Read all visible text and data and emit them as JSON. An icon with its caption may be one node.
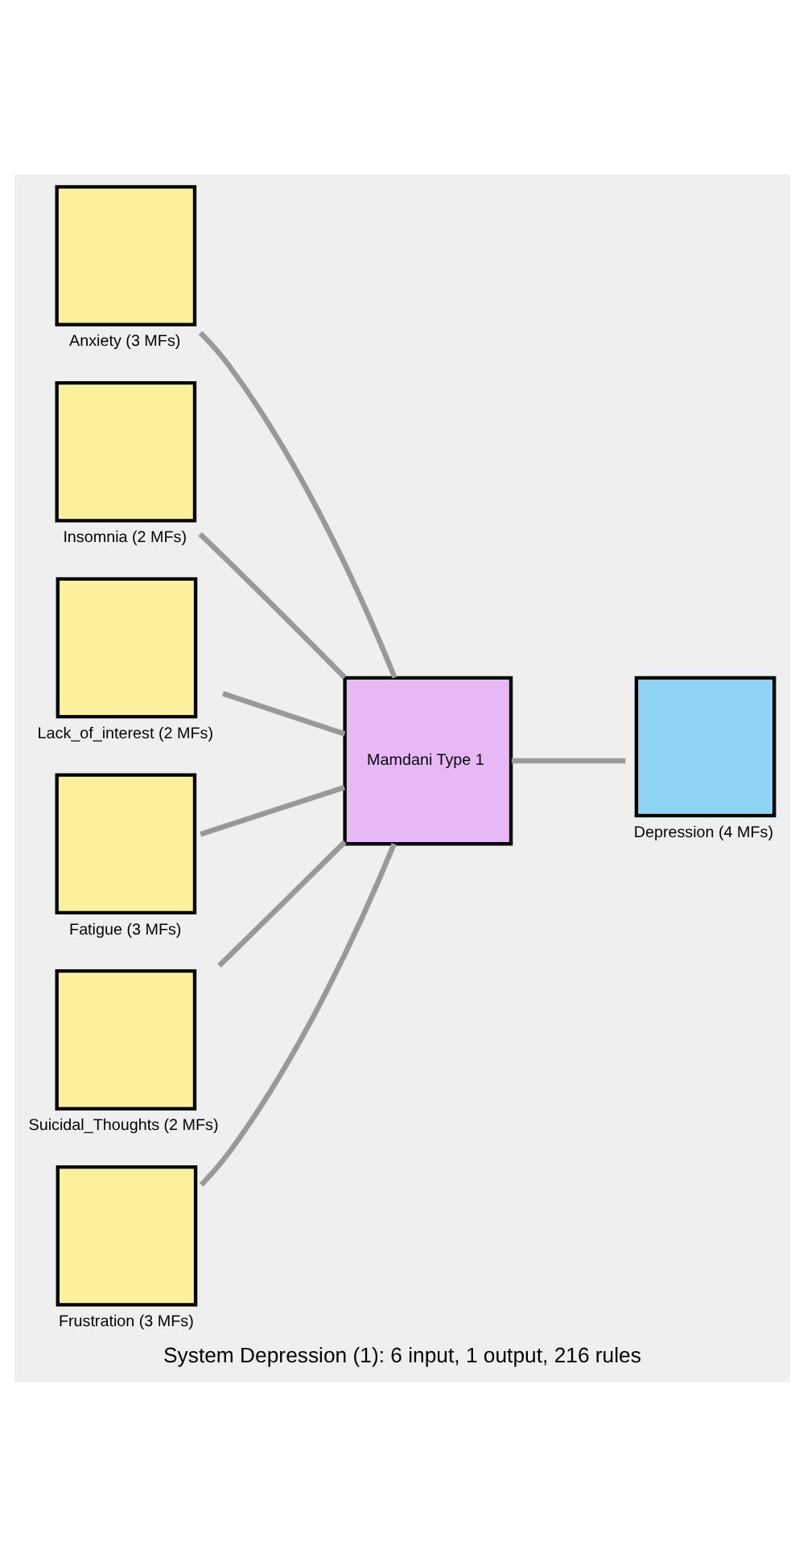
{
  "diagram": {
    "caption": "System Depression (1): 6 input, 1 output, 216 rules",
    "nodes": [
      {
        "text": [
          "Anxiety (3 MFs)"
        ]
      },
      {
        "text": [
          "Insomnia (2 MFs)"
        ]
      },
      {
        "text": [
          "Lack_of_interest (2 MFs)"
        ]
      },
      {
        "text": [
          "Fatigue (3 MFs)"
        ]
      },
      {
        "text": [
          "Suicidal_Thoughts (2 MFs)"
        ]
      },
      {
        "text": [
          "Frustration (3 MFs)"
        ]
      },
      {
        "text": [
          "Mamdani Type 1"
        ]
      },
      {
        "text": [
          "Depression (4 MFs)"
        ]
      }
    ],
    "edges": [
      {
        "from": 0,
        "to": 6,
        "arrow": "none"
      },
      {
        "from": 1,
        "to": 6,
        "arrow": "none"
      },
      {
        "from": 2,
        "to": 6,
        "arrow": "none"
      },
      {
        "from": 3,
        "to": 6,
        "arrow": "none"
      },
      {
        "from": 4,
        "to": 6,
        "arrow": "none"
      },
      {
        "from": 5,
        "to": 6,
        "arrow": "none"
      },
      {
        "from": 6,
        "to": 7,
        "arrow": "none"
      }
    ]
  }
}
